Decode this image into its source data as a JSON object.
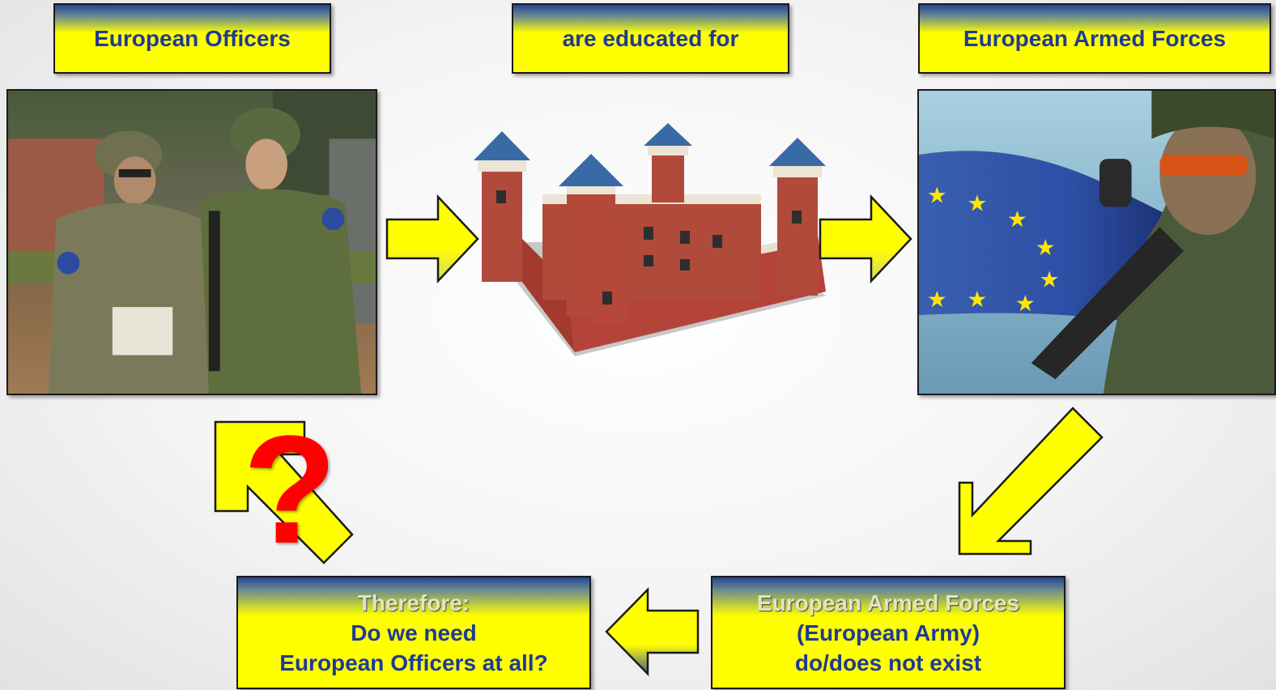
{
  "boxes": {
    "officers": "European Officers",
    "educated": "are educated for",
    "forces": "European Armed Forces",
    "nonexist": {
      "line1": "European Armed Forces",
      "line2": "(European Army)",
      "line3": "do/does not exist"
    },
    "therefore": {
      "line1": "Therefore:",
      "line2": "Do we need",
      "line3": "European Officers at all?"
    }
  },
  "question_mark": "?",
  "colors": {
    "box_yellow": "#ffff00",
    "box_blue": "#23449a",
    "text_blue": "#1f3a93",
    "question_red": "#ff0000"
  },
  "images": {
    "officers_photo": "two soldiers with EU patches reading a map",
    "castle": "model castle with four towers",
    "eu_soldier": "soldier with rifle in front of EU flag"
  }
}
